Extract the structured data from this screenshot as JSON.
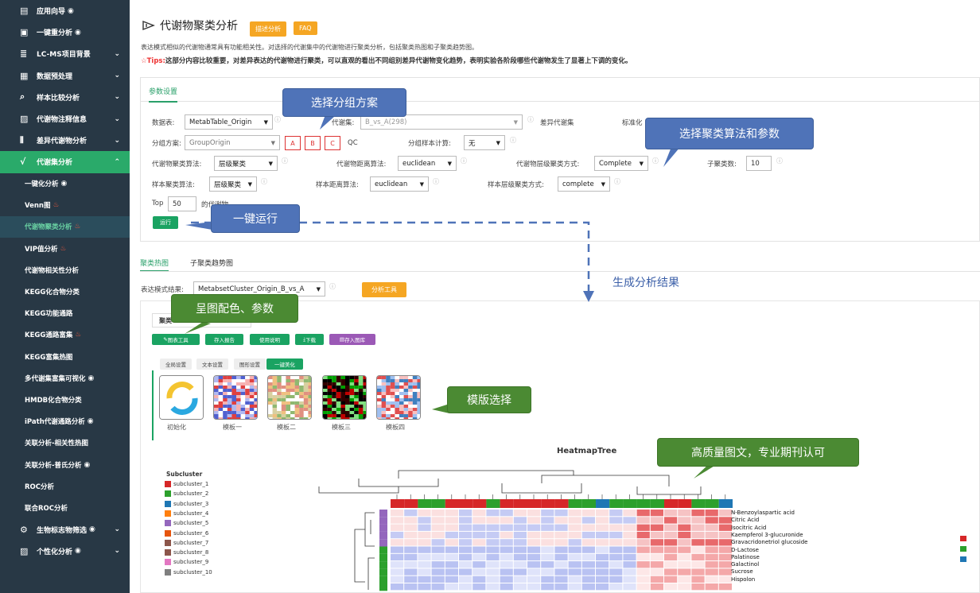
{
  "sidebar": {
    "top": [
      {
        "label": "应用向导",
        "icon": "grid-icon",
        "eye": true
      },
      {
        "label": "一键重分析",
        "icon": "tablet-icon",
        "eye": true
      },
      {
        "label": "LC-MS项目背景",
        "icon": "server-icon",
        "chev": true
      },
      {
        "label": "数据预处理",
        "icon": "table-icon",
        "chev": true
      },
      {
        "label": "样本比较分析",
        "icon": "magnify-icon",
        "chev": true
      },
      {
        "label": "代谢物注释信息",
        "icon": "image-icon",
        "chev": true
      },
      {
        "label": "差异代谢物分析",
        "icon": "bars-icon",
        "chev": true
      }
    ],
    "active": {
      "label": "代谢集分析",
      "icon": "pulse-icon"
    },
    "sub": [
      {
        "label": "一键化分析",
        "eye": true
      },
      {
        "label": "Venn图",
        "fire": true
      },
      {
        "label": "代谢物聚类分析",
        "fire": true,
        "cur": true
      },
      {
        "label": "VIP值分析",
        "fire": true
      },
      {
        "label": "代谢物相关性分析"
      },
      {
        "label": "KEGG化合物分类"
      },
      {
        "label": "KEGG功能通路"
      },
      {
        "label": "KEGG通路富集",
        "fire": true
      },
      {
        "label": "KEGG富集热图"
      },
      {
        "label": "多代谢集富集可视化",
        "eye": true
      },
      {
        "label": "HMDB化合物分类"
      },
      {
        "label": "iPath代谢通路分析",
        "eye": true
      },
      {
        "label": "关联分析-相关性热图"
      },
      {
        "label": "关联分析-普氏分析",
        "eye": true
      },
      {
        "label": "ROC分析"
      },
      {
        "label": "联合ROC分析"
      }
    ],
    "bottom": [
      {
        "label": "生物标志物筛选",
        "icon": "gears-icon",
        "eye": true
      },
      {
        "label": "个性化分析",
        "icon": "image-icon",
        "eye": true
      }
    ]
  },
  "header": {
    "title": "代谢物聚类分析",
    "quick_btn": "描述分析",
    "faq_btn": "FAQ",
    "desc": "表达模式相似的代谢物通常具有功能相关性。对选择的代谢集中的代谢物进行聚类分析，包括聚类热图和子聚类趋势图。",
    "tips_prefix": "☆Tips:",
    "tips": "这部分内容比较重要，对差异表达的代谢物进行聚类，可以直观的看出不同组别差异代谢物变化趋势，表明实验各阶段哪些代谢物发生了显著上下调的变化。"
  },
  "params": {
    "tab": "参数设置",
    "table_label": "数据表:",
    "table_value": "MetabTable_Origin",
    "metabset_label": "代谢集:",
    "metabset_value": "B_vs_A(298)",
    "diff_label": "差异代谢集",
    "std_label": "标准化",
    "group_label": "分组方案:",
    "group_value": "GroupOrigin",
    "groups": [
      "A",
      "B",
      "C"
    ],
    "qc": "QC",
    "group_calc_label": "分组样本计算:",
    "group_calc_value": "无",
    "metab_algo_label": "代谢物聚类算法:",
    "metab_algo_value": "层级聚类",
    "metab_dist_label": "代谢物距离算法:",
    "metab_dist_value": "euclidean",
    "metab_link_label": "代谢物层级聚类方式:",
    "metab_link_value": "Complete",
    "sub_n_label": "子聚类数:",
    "sub_n_value": "10",
    "sample_algo_label": "样本聚类算法:",
    "sample_algo_value": "层级聚类",
    "sample_dist_label": "样本距离算法:",
    "sample_dist_value": "euclidean",
    "sample_link_label": "样本层级聚类方式:",
    "sample_link_value": "complete",
    "top_label": "Top",
    "top_value": "50",
    "top_suffix": "的代谢物",
    "run": "运行"
  },
  "callouts": {
    "group": "选择分组方案",
    "algo": "选择聚类算法和参数",
    "run": "一键运行",
    "result": "生成分析结果",
    "colors": "呈图配色、参数",
    "template": "模版选择",
    "quality": "高质量图文，专业期刊认可"
  },
  "results": {
    "tabs": [
      "聚类热图",
      "子聚类趋势图"
    ],
    "expr_label": "表达模式结果:",
    "expr_value": "MetabsetCluster_Origin_B_vs_A",
    "analysis_btn": "分析工具",
    "toolbar": [
      "图表工具",
      "存入报告",
      "使用说明",
      "下载",
      "存入图库"
    ],
    "toolbar_colors": [
      "#1aa362",
      "#1aa362",
      "#1aa362",
      "#1aa362",
      "#9b59b6"
    ],
    "setting_tabs": [
      "全局设置",
      "文本设置",
      "图形设置",
      "一键美化"
    ],
    "thumbs": [
      "初始化",
      "模板一",
      "模板二",
      "模板三",
      "模板四"
    ],
    "chart_title": "HeatmapTree",
    "legend_title": "Subcluster",
    "legend": [
      {
        "name": "subcluster_1",
        "color": "#d62728"
      },
      {
        "name": "subcluster_2",
        "color": "#2ca02c"
      },
      {
        "name": "subcluster_3",
        "color": "#1f77b4"
      },
      {
        "name": "subcluster_4",
        "color": "#ff7f0e"
      },
      {
        "name": "subcluster_5",
        "color": "#9467bd"
      },
      {
        "name": "subcluster_6",
        "color": "#e6550d"
      },
      {
        "name": "subcluster_7",
        "color": "#8c564b"
      },
      {
        "name": "subcluster_8",
        "color": "#8c564b"
      },
      {
        "name": "subcluster_9",
        "color": "#e377c2"
      },
      {
        "name": "subcluster_10",
        "color": "#7f7f7f"
      }
    ],
    "genes": [
      "N-Benzoylaspartic acid",
      "Citric Acid",
      "Isocitric Acid",
      "Kaempferol 3-glucuronide",
      "Gravacridonetriol glucoside",
      "D-Lactose",
      "Palatinose",
      "Galactinol",
      "Sucrose",
      "Hispolon"
    ]
  }
}
